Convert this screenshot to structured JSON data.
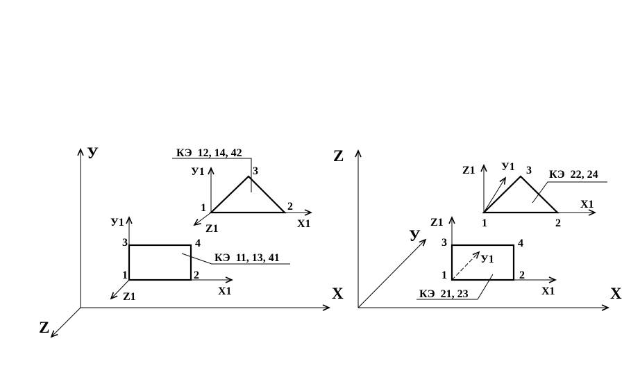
{
  "left": {
    "axes": {
      "y": "У",
      "x": "X",
      "z": "Z"
    },
    "rect": {
      "y1": "У1",
      "x1": "X1",
      "z1": "Z1",
      "n1": "1",
      "n2": "2",
      "n3": "3",
      "n4": "4",
      "label": "КЭ  11, 13, 41"
    },
    "tri": {
      "y1": "У1",
      "x1": "X1",
      "z1": "Z1",
      "n1": "1",
      "n2": "2",
      "n3": "3",
      "label": "КЭ  12, 14, 42"
    }
  },
  "right": {
    "axes": {
      "z": "Z",
      "x": "X",
      "y": "У"
    },
    "rect": {
      "z1": "Z1",
      "x1": "X1",
      "y1": "У1",
      "n1": "1",
      "n2": "2",
      "n3": "3",
      "n4": "4",
      "label": "КЭ  21, 23"
    },
    "tri": {
      "z1": "Z1",
      "x1": "X1",
      "y1": "У1",
      "n1": "1",
      "n2": "2",
      "n3": "3",
      "label": "КЭ  22, 24"
    }
  }
}
